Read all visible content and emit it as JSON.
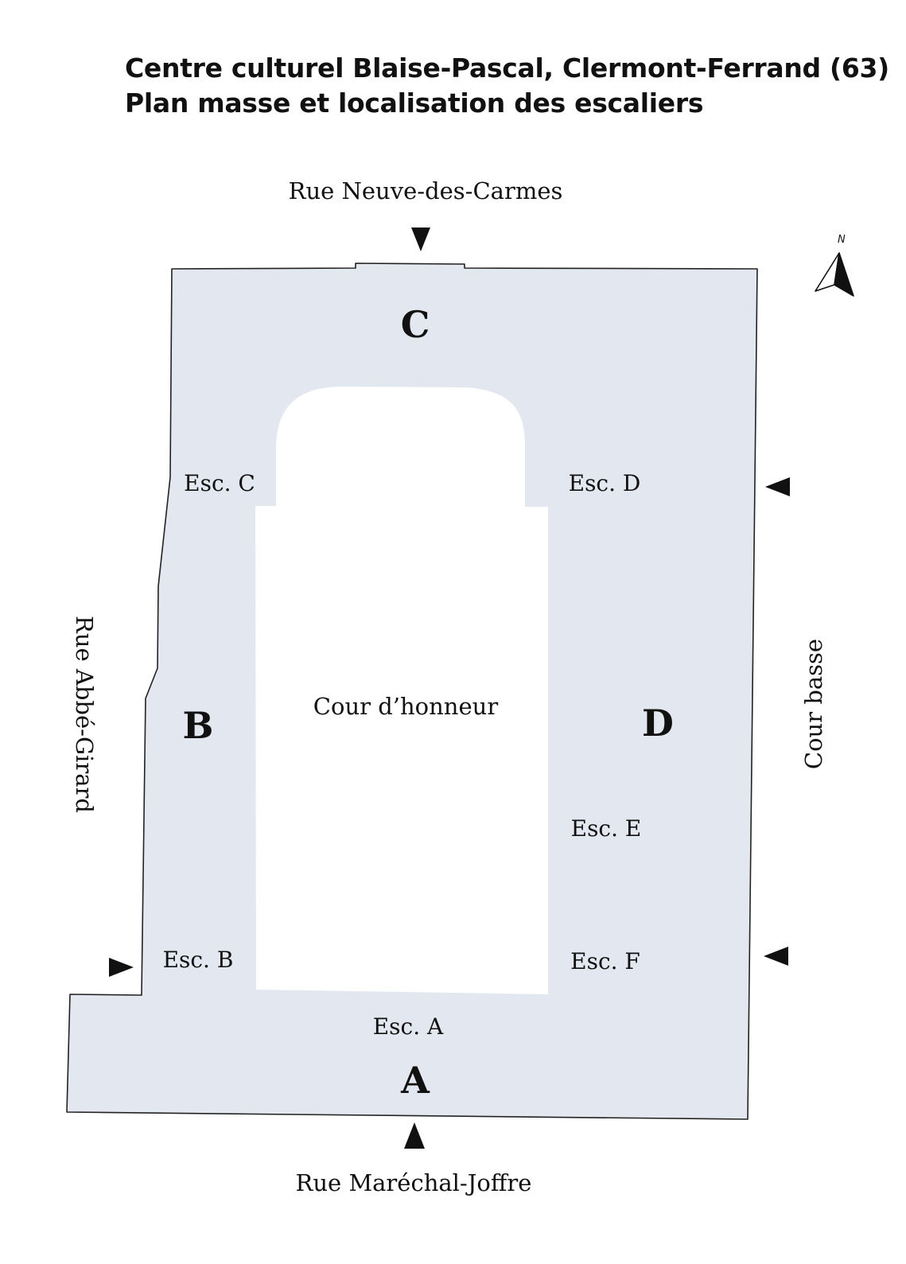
{
  "title": {
    "line1": "Centre culturel Blaise-Pascal, Clermont-Ferrand (63)",
    "line2": "Plan masse et localisation des escaliers"
  },
  "streets": {
    "north": "Rue Neuve-des-Carmes",
    "south": "Rue Maréchal-Joffre",
    "west": "Rue Abbé-Girard",
    "east": "Cour basse"
  },
  "wings": {
    "a": "A",
    "b": "B",
    "c": "C",
    "d": "D"
  },
  "stairs": {
    "a": "Esc. A",
    "b": "Esc. B",
    "c": "Esc. C",
    "d": "Esc. D",
    "e": "Esc. E",
    "f": "Esc. F"
  },
  "courtyard": "Cour d’honneur",
  "compass": "N",
  "colors": {
    "building": "#e3e7f0",
    "outline": "#222222",
    "courtyard": "#ffffff"
  },
  "icons": [
    "entrance-arrow-icon",
    "north-arrow-icon"
  ]
}
